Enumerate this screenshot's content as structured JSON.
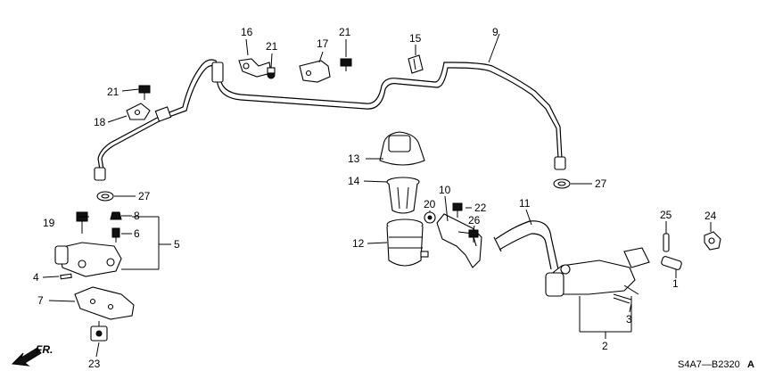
{
  "diagram": {
    "callouts": {
      "p1": "1",
      "p2": "2",
      "p3": "3",
      "p4": "4",
      "p5": "5",
      "p6": "6",
      "p7": "7",
      "p8": "8",
      "p9": "9",
      "p10": "10",
      "p11": "11",
      "p12": "12",
      "p13": "13",
      "p14": "14",
      "p15": "15",
      "p16": "16",
      "p17": "17",
      "p18": "18",
      "p19": "19",
      "p20": "20",
      "p21a": "21",
      "p21b": "21",
      "p21c": "21",
      "p22": "22",
      "p23": "23",
      "p24": "24",
      "p25": "25",
      "p26": "26",
      "p27a": "27",
      "p27b": "27"
    },
    "direction_label": "FR.",
    "diagram_code": "S4A7—B2320",
    "diagram_code_suffix": "A"
  }
}
